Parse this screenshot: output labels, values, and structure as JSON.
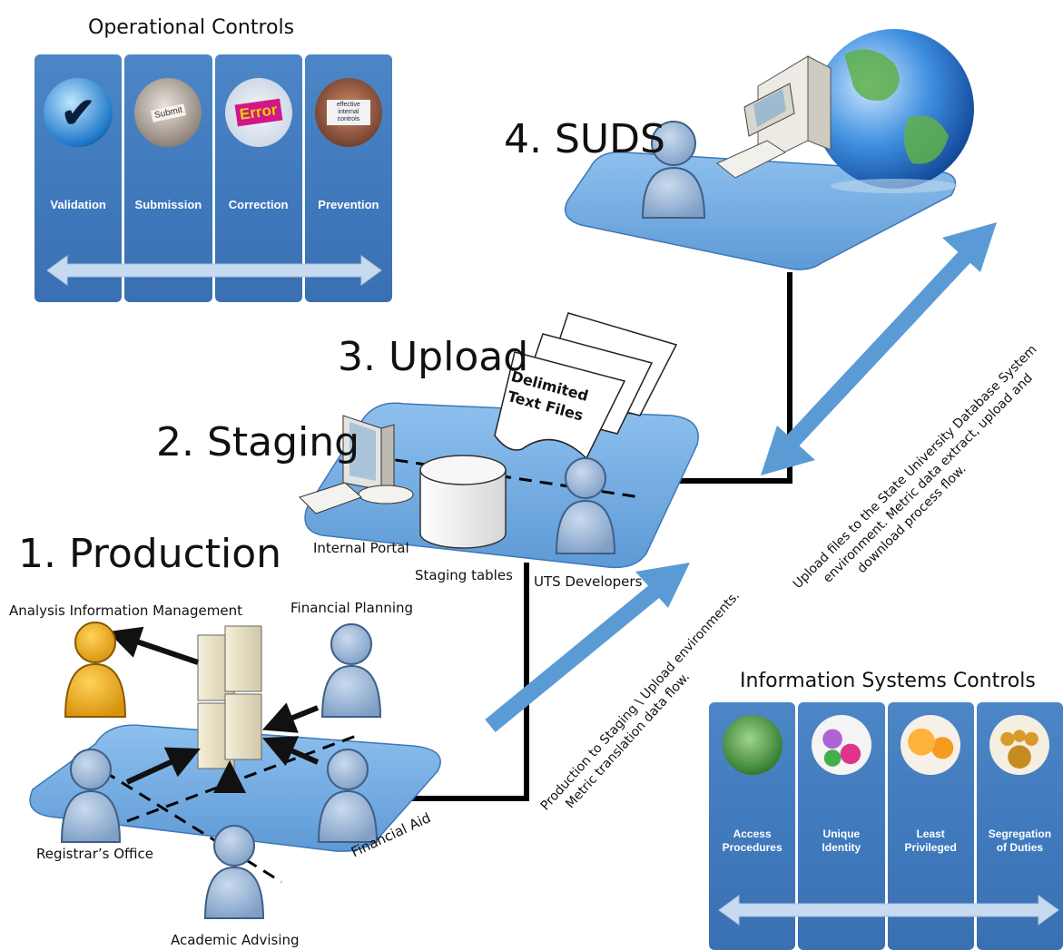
{
  "stages": {
    "suds": "4. SUDS",
    "upload": "3. Upload",
    "staging": "2. Staging",
    "production": "1. Production"
  },
  "operational_controls": {
    "title": "Operational Controls",
    "items": [
      "Validation",
      "Submission",
      "Correction",
      "Prevention"
    ],
    "icons": [
      "checkmark-icon",
      "submit-key-icon",
      "error-icon",
      "effective-internal-controls-icon"
    ],
    "icon_texts": [
      "Submit",
      "Error",
      "effective internal controls"
    ]
  },
  "is_controls": {
    "title": "Information Systems Controls",
    "items": [
      {
        "line1": "Access",
        "line2": "Procedures"
      },
      {
        "line1": "Unique",
        "line2": "Identity"
      },
      {
        "line1": "Least",
        "line2": "Privileged"
      },
      {
        "line1": "Segregation",
        "line2": "of Duties"
      }
    ]
  },
  "staging_labels": {
    "files": {
      "line1": "Delimited",
      "line2": "Text Files"
    },
    "portal": "Internal Portal",
    "tables": "Staging tables",
    "developers": "UTS Developers"
  },
  "production_labels": {
    "aim": "Analysis Information Management",
    "planning": "Financial Planning",
    "registrar": "Registrar’s Office",
    "advising": "Academic Advising",
    "aid": "Financial Aid"
  },
  "flows": {
    "upload": {
      "line1": "Upload files to the State University Database System",
      "line2": "environment. Metric data extract, upload and",
      "line3": "download process flow."
    },
    "production": {
      "line1": "Production to Staging \\ Upload environments.",
      "line2": "Metric translation data flow."
    }
  },
  "colors": {
    "platform": "#6fa8e0",
    "panel": "#4a82c3",
    "person": "#9ab6d8",
    "person_highlight": "#e6a81a",
    "arrow": "#5b9bd5"
  }
}
